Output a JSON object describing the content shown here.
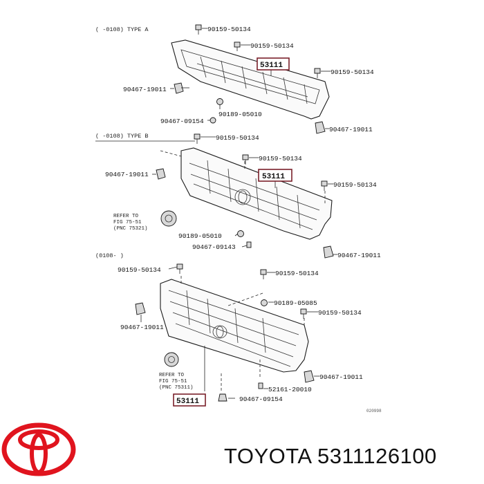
{
  "sections": [
    {
      "header": "(    -0108) TYPE A"
    },
    {
      "header": "(    -0108) TYPE B"
    },
    {
      "header": "(0108-    )"
    }
  ],
  "parts": {
    "s1_bolt_top": "90159-50134",
    "s1_bolt_mid": "90159-50134",
    "s1_key": "53111",
    "s1_bolt_right": "90159-50134",
    "s1_clip_left": "90467-19011",
    "s1_nut": "90189-05010",
    "s1_clip_bottom": "90467-09154",
    "s1_clip_right": "90467-19011",
    "s2_bolt_top": "90159-50134",
    "s2_bolt_mid": "90159-50134",
    "s2_clip_left": "90467-19011",
    "s2_key": "53111",
    "s2_bolt_right": "90159-50134",
    "s2_nut": "90189-05010",
    "s2_clip_bottom": "90467-09143",
    "s2_clip_right": "90467-19011",
    "s3_bolt_left": "90159-50134",
    "s3_bolt_top": "90159-50134",
    "s3_nut": "90189-05085",
    "s3_bolt_right": "90159-50134",
    "s3_clip_left": "90467-19011",
    "s3_clip_right": "90467-19011",
    "s3_emblem_part": "52161-20010",
    "s3_key": "53111",
    "s3_clip_bottom": "90467-09154"
  },
  "refs": {
    "s2_ref": [
      "REFER TO",
      "FIG 75-51",
      "(PNC 75321)"
    ],
    "s3_ref": [
      "REFER TO",
      "FIG 75-51",
      "(PNC 75311)"
    ]
  },
  "drawing_code": "020998",
  "brand_text": "TOYOTA 5311126100",
  "colors": {
    "key_box": "#7a1f2a",
    "logo": "#e0141e",
    "ink": "#111111"
  }
}
